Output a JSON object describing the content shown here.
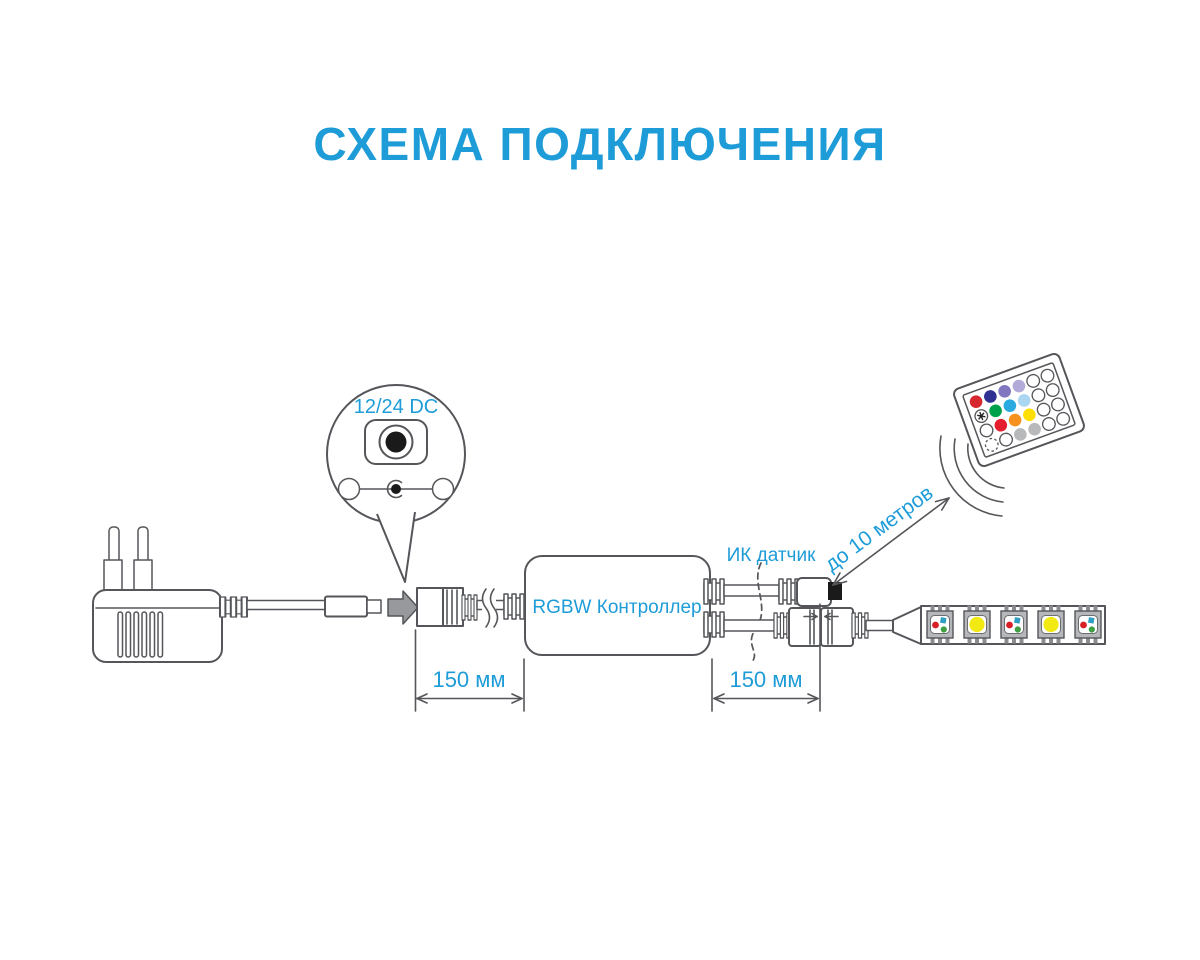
{
  "title": "СХЕМА ПОДКЛЮЧЕНИЯ",
  "colors": {
    "accent": "#1E9CD8",
    "outline": "#55565A",
    "arrow_gray": "#97999C",
    "ir_window_black": "#1A1A1A"
  },
  "callout": {
    "label": "12/24 DC"
  },
  "controller": {
    "label": "RGBW Контроллер"
  },
  "ir_sensor": {
    "label": "ИК датчик"
  },
  "remote": {
    "range_label": "до 10 метров",
    "buttons": [
      [
        "#D7282F",
        "#2E3192",
        "#8077C0",
        "#B2AAD9",
        "white",
        "white"
      ],
      [
        "star",
        "#00A14B",
        "#29ABE2",
        "#ABD6F2",
        "white",
        "white"
      ],
      [
        "white",
        "#E41E2D",
        "#F6921E",
        "#FFDF00",
        "white",
        "white"
      ],
      [
        "dashed",
        "white",
        "#B7B9BB",
        "#B7B9BB",
        "white",
        "white"
      ]
    ]
  },
  "dimensions": {
    "left": "150 мм",
    "right": "150 мм"
  },
  "led_strip": {
    "leds": [
      "rgbw",
      "white",
      "rgbw",
      "white",
      "rgbw"
    ],
    "white_led_color": "#F3E913",
    "rgbw_dot_colors": {
      "red": "#D81F26",
      "green": "#3F9F42",
      "blue": "#2D9DC2"
    }
  }
}
